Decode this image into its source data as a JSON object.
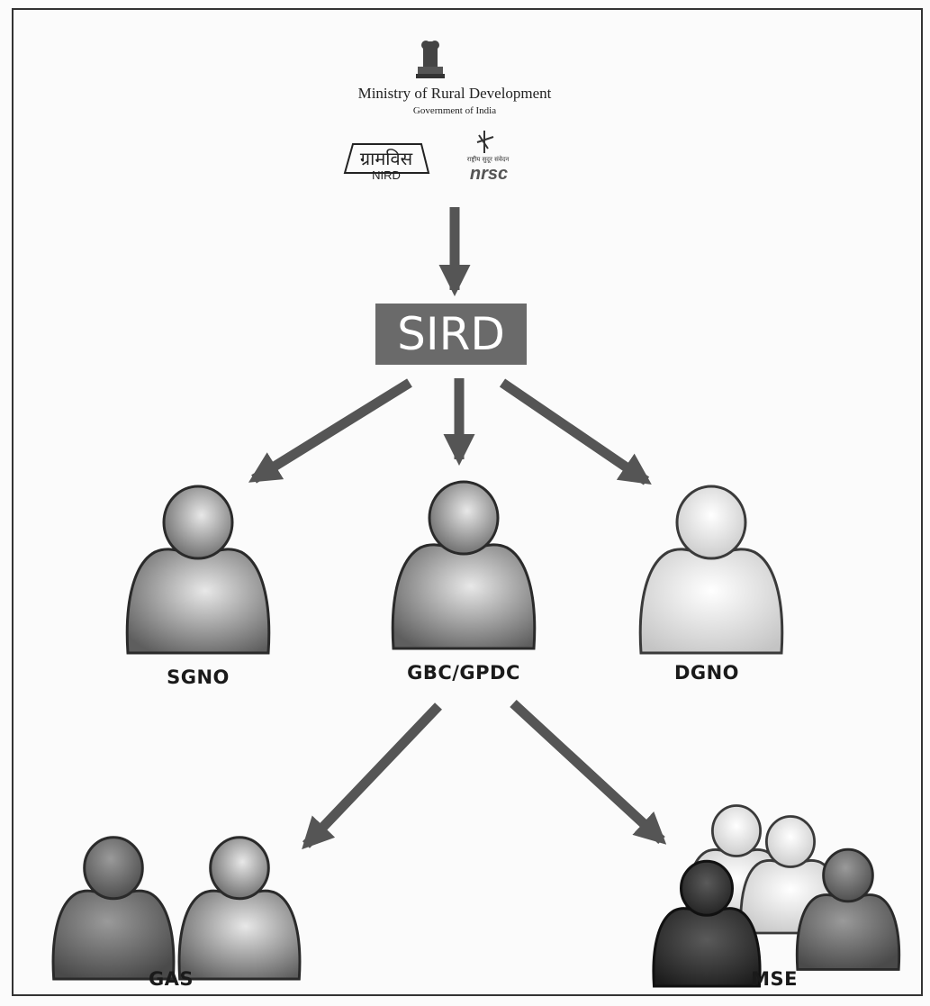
{
  "header": {
    "ministry": "Ministry of Rural Development",
    "government": "Government of India",
    "logo_nird_devanagari": "ग्रामविस",
    "logo_nird_text": "NIRD",
    "logo_nrsc_devanagari": "राष्ट्रीय सुदूर संवेदन",
    "logo_nrsc_text": "nrsc"
  },
  "nodes": {
    "sird": "SIRD",
    "sgno": "SGNO",
    "gbc_gpdc": "GBC/GPDC",
    "dgno": "DGNO",
    "gas": "GAS",
    "mse": "MSE"
  },
  "colors": {
    "arrow": "#555555",
    "sird_box": "#6a6a6a",
    "sird_text": "#ffffff",
    "person_dark": "#3a3a3a",
    "person_mid": "#707070",
    "person_light": "#dcdcdc"
  }
}
